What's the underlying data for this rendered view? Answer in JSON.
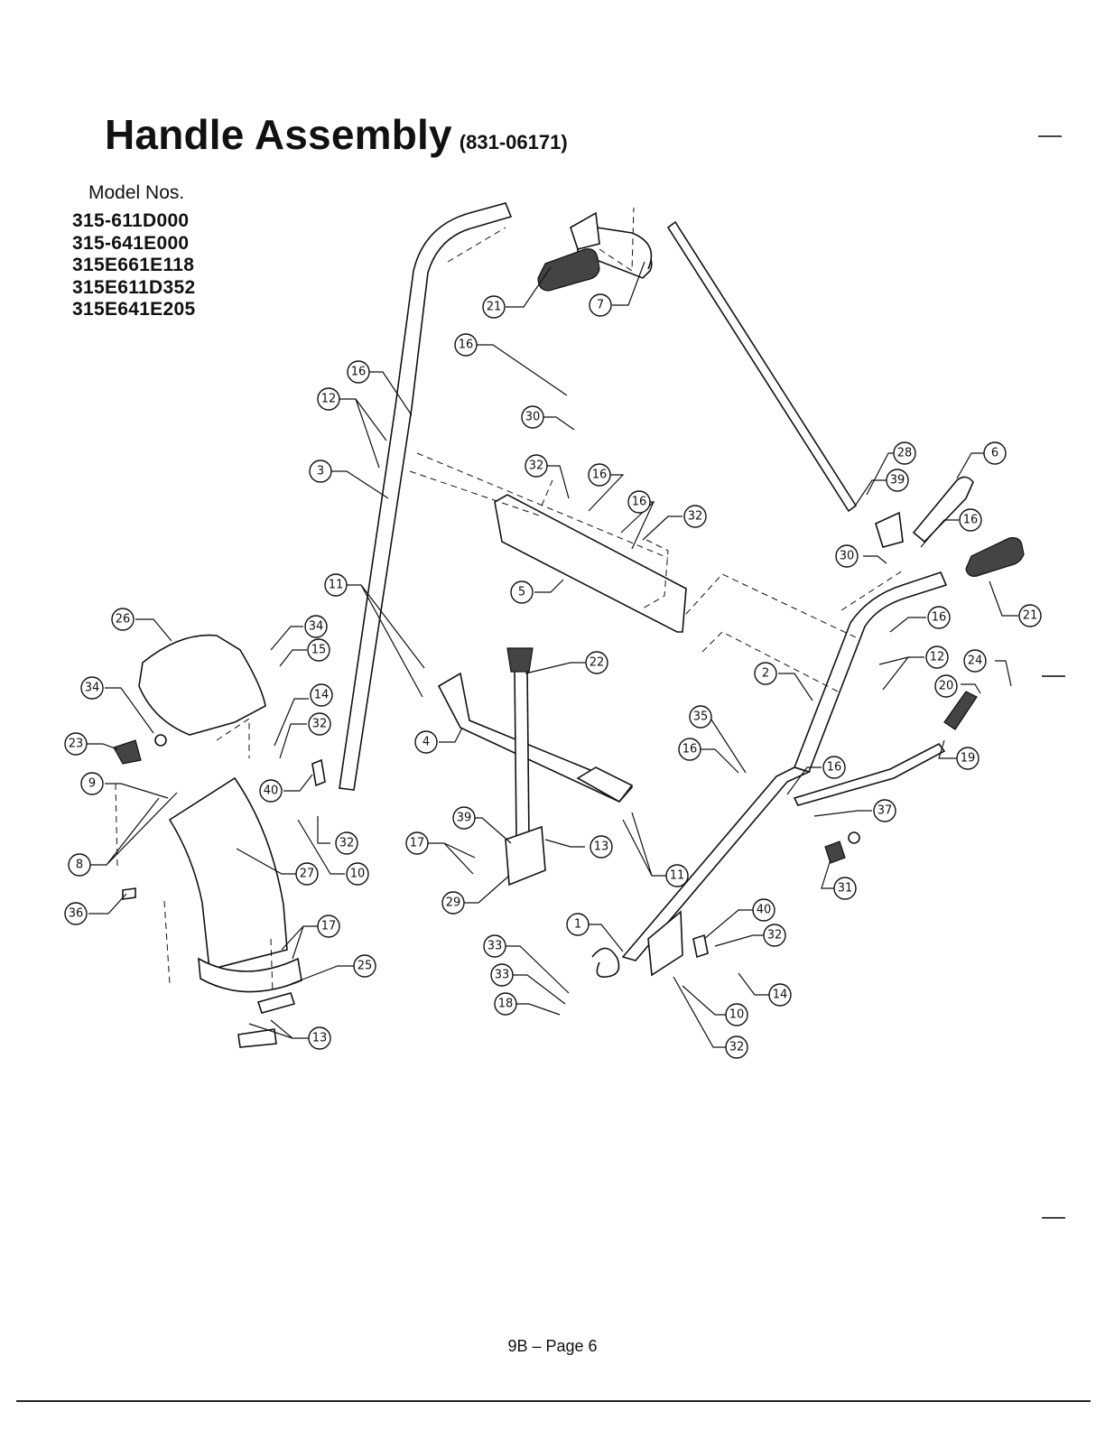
{
  "header": {
    "title": "Handle Assembly",
    "part_code": "(831-06171)"
  },
  "models": {
    "label": "Model Nos.",
    "numbers": [
      "315-611D000",
      "315-641E000",
      "315E661E118",
      "315E611D352",
      "315E641E205"
    ]
  },
  "callouts": [
    "1",
    "2",
    "3",
    "4",
    "5",
    "6",
    "7",
    "8",
    "9",
    "10",
    "11",
    "12",
    "13",
    "14",
    "15",
    "16",
    "17",
    "18",
    "19",
    "20",
    "21",
    "22",
    "23",
    "24",
    "25",
    "26",
    "27",
    "28",
    "29",
    "30",
    "31",
    "32",
    "33",
    "34",
    "35",
    "36",
    "37",
    "39",
    "40"
  ],
  "footer": {
    "page_label": "9B – Page 6"
  }
}
